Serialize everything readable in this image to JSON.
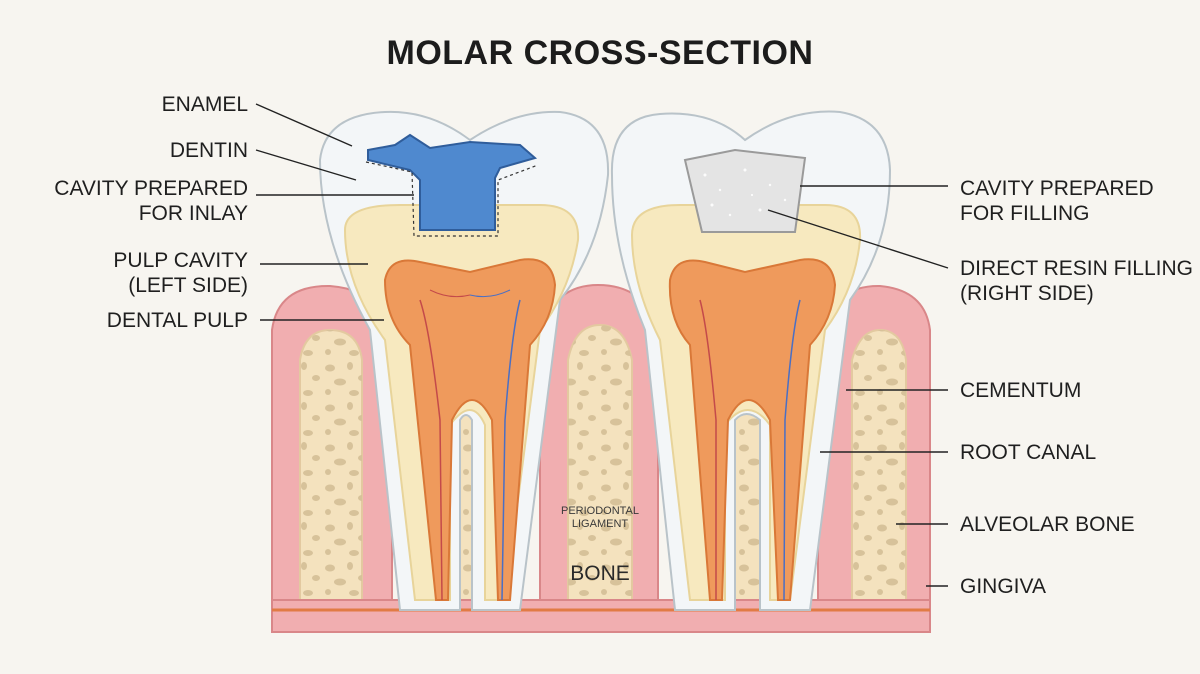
{
  "title": "MOLAR CROSS-SECTION",
  "colors": {
    "enamel": "#f3f6f8",
    "dentin": "#f7e9bf",
    "pulp": "#ef9a5c",
    "gingiva": "#f1aeb0",
    "bone": "#f4e2be",
    "inlay": "#4f89cf",
    "filling": "#e4e4e4"
  },
  "labels": {
    "enamel": "ENAMEL",
    "dentin": "DENTIN",
    "cavity_inlay_1": "CAVITY PREPARED",
    "cavity_inlay_2": "FOR INLAY",
    "pulp_cavity_1": "PULP CAVITY",
    "pulp_cavity_2": "(LEFT SIDE)",
    "dental_pulp": "DENTAL PULP",
    "cavity_filling_1": "CAVITY PREPARED",
    "cavity_filling_2": "FOR FILLING",
    "resin_1": "DIRECT RESIN FILLING",
    "resin_2": "(RIGHT SIDE)",
    "cementum": "CEMENTUM",
    "root_canal": "ROOT CANAL",
    "alveolar_bone": "ALVEOLAR BONE",
    "gingiva": "GINGIVA",
    "periodontal_1": "PERIODONTAL",
    "periodontal_2": "LIGAMENT",
    "bone": "BONE"
  }
}
